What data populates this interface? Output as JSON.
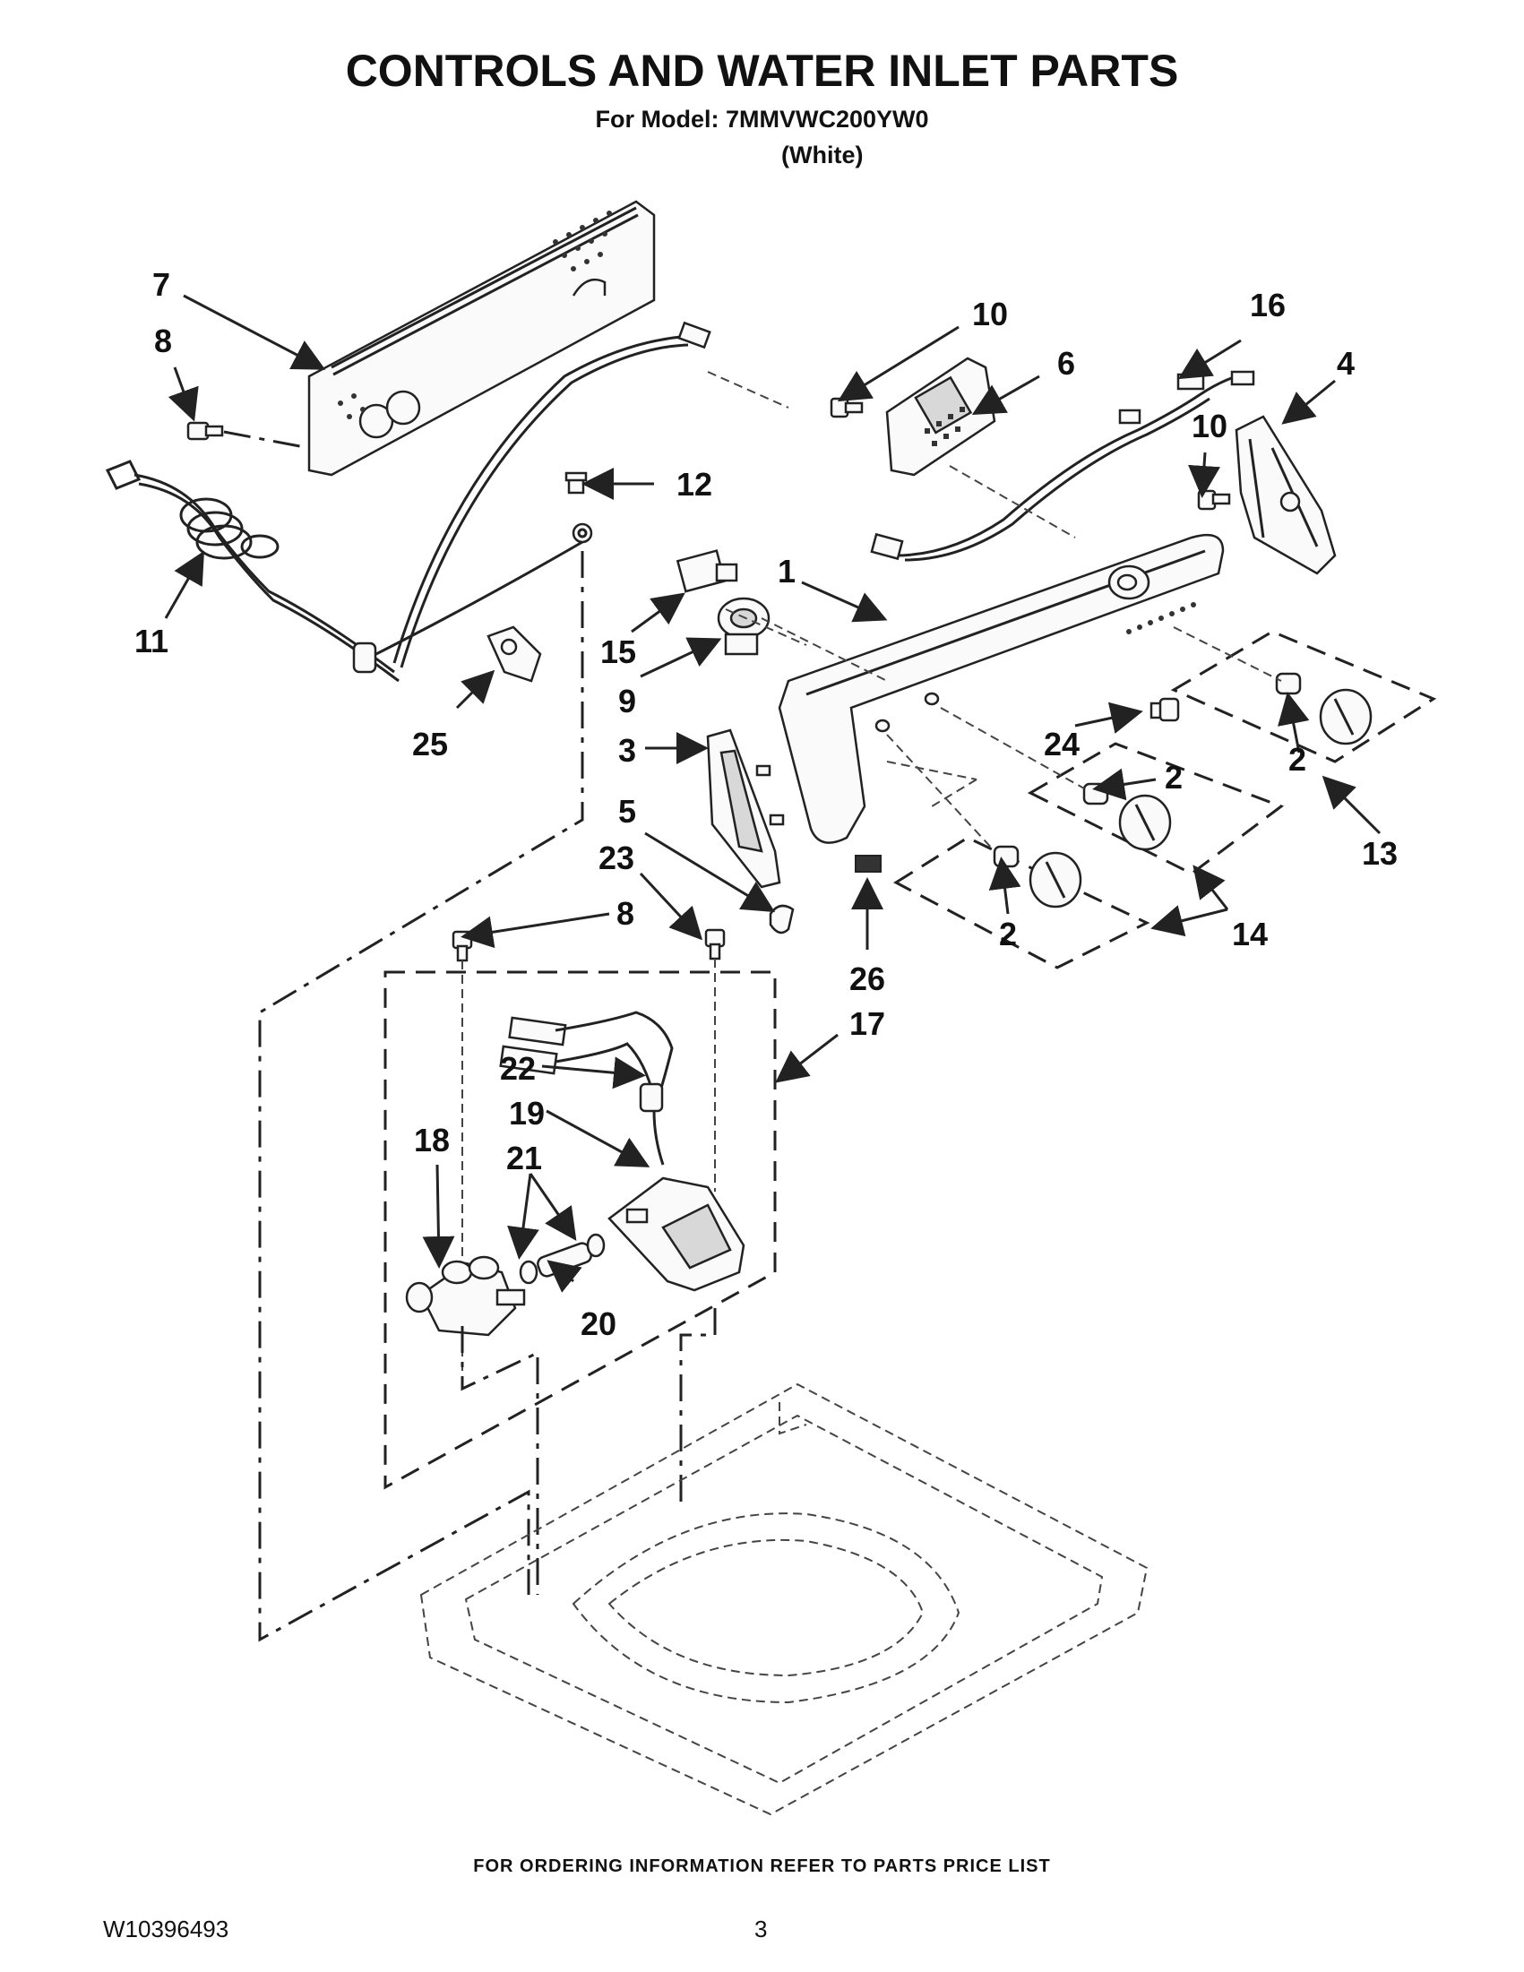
{
  "header": {
    "title": "CONTROLS AND WATER INLET PARTS",
    "model_line": "For Model: 7MMVWC200YW0",
    "color_line": "(White)"
  },
  "callouts": {
    "c1": "1",
    "c2a": "2",
    "c2b": "2",
    "c2c": "2",
    "c3": "3",
    "c4": "4",
    "c5": "5",
    "c6": "6",
    "c7": "7",
    "c8a": "8",
    "c8b": "8",
    "c9": "9",
    "c10a": "10",
    "c10b": "10",
    "c11": "11",
    "c12": "12",
    "c13": "13",
    "c14": "14",
    "c15": "15",
    "c16": "16",
    "c17": "17",
    "c18": "18",
    "c19": "19",
    "c20": "20",
    "c21": "21",
    "c22": "22",
    "c23": "23",
    "c24": "24",
    "c25": "25",
    "c26": "26"
  },
  "footer": {
    "ordering_note": "FOR ORDERING INFORMATION REFER TO PARTS PRICE LIST",
    "doc_number": "W10396493",
    "page_number": "3"
  }
}
